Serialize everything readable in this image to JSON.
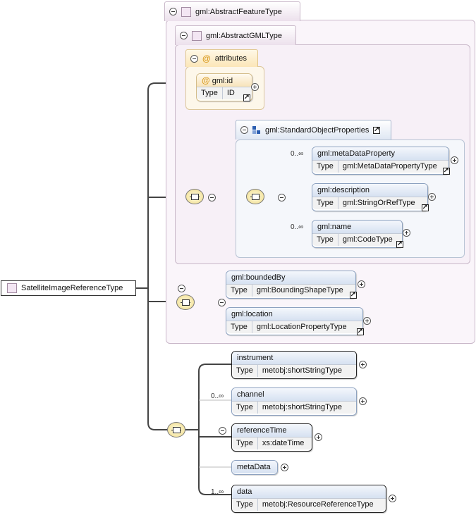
{
  "root": {
    "label": "SatelliteImageReferenceType"
  },
  "abstract_feature": {
    "label": "gml:AbstractFeatureType"
  },
  "abstract_gml": {
    "label": "gml:AbstractGMLType"
  },
  "attributes": {
    "label": "attributes",
    "id": {
      "name": "gml:id",
      "type_key": "Type",
      "type": "ID"
    }
  },
  "standard_props": {
    "label": "gml:StandardObjectProperties"
  },
  "elements": {
    "metaDataProperty": {
      "name": "gml:metaDataProperty",
      "type_key": "Type",
      "type": "gml:MetaDataPropertyType",
      "occ": "0..∞"
    },
    "description": {
      "name": "gml:description",
      "type_key": "Type",
      "type": "gml:StringOrRefType"
    },
    "name": {
      "name": "gml:name",
      "type_key": "Type",
      "type": "gml:CodeType",
      "occ": "0..∞"
    },
    "boundedBy": {
      "name": "gml:boundedBy",
      "type_key": "Type",
      "type": "gml:BoundingShapeType"
    },
    "location": {
      "name": "gml:location",
      "type_key": "Type",
      "type": "gml:LocationPropertyType"
    },
    "instrument": {
      "name": "instrument",
      "type_key": "Type",
      "type": "metobj:shortStringType"
    },
    "channel": {
      "name": "channel",
      "type_key": "Type",
      "type": "metobj:shortStringType",
      "occ": "0..∞"
    },
    "referenceTime": {
      "name": "referenceTime",
      "type_key": "Type",
      "type": "xs:dateTime"
    },
    "metaData": {
      "name": "metaData"
    },
    "data": {
      "name": "data",
      "type_key": "Type",
      "type": "metobj:ResourceReferenceType",
      "occ": "1..∞"
    }
  },
  "icons": {
    "collapse": "minus-circle-icon",
    "expand": "plus-circle-icon",
    "sequence": "sequence-compositor-icon",
    "type_link": "type-link-arrow-icon",
    "complex_type": "complex-type-square-icon",
    "attribute": "attribute-at-icon",
    "group": "group-blocks-icon"
  },
  "colors": {
    "complex_type_tab": "#ece0ec",
    "element_header": "#d6e1f1",
    "attribute_tab": "#fbe6b8",
    "connector": "#333333"
  }
}
